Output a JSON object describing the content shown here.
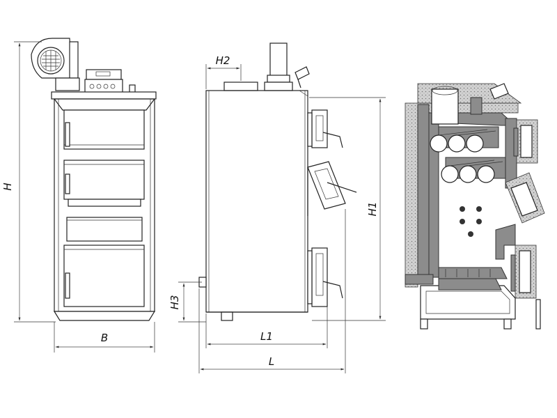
{
  "dimensions": {
    "H": "H",
    "B": "B",
    "H1": "H1",
    "H2": "H2",
    "H3": "H3",
    "L": "L",
    "L1": "L1"
  },
  "colors": {
    "line": "#222222",
    "section_fill": "#8c8c8c",
    "background": "#ffffff"
  }
}
